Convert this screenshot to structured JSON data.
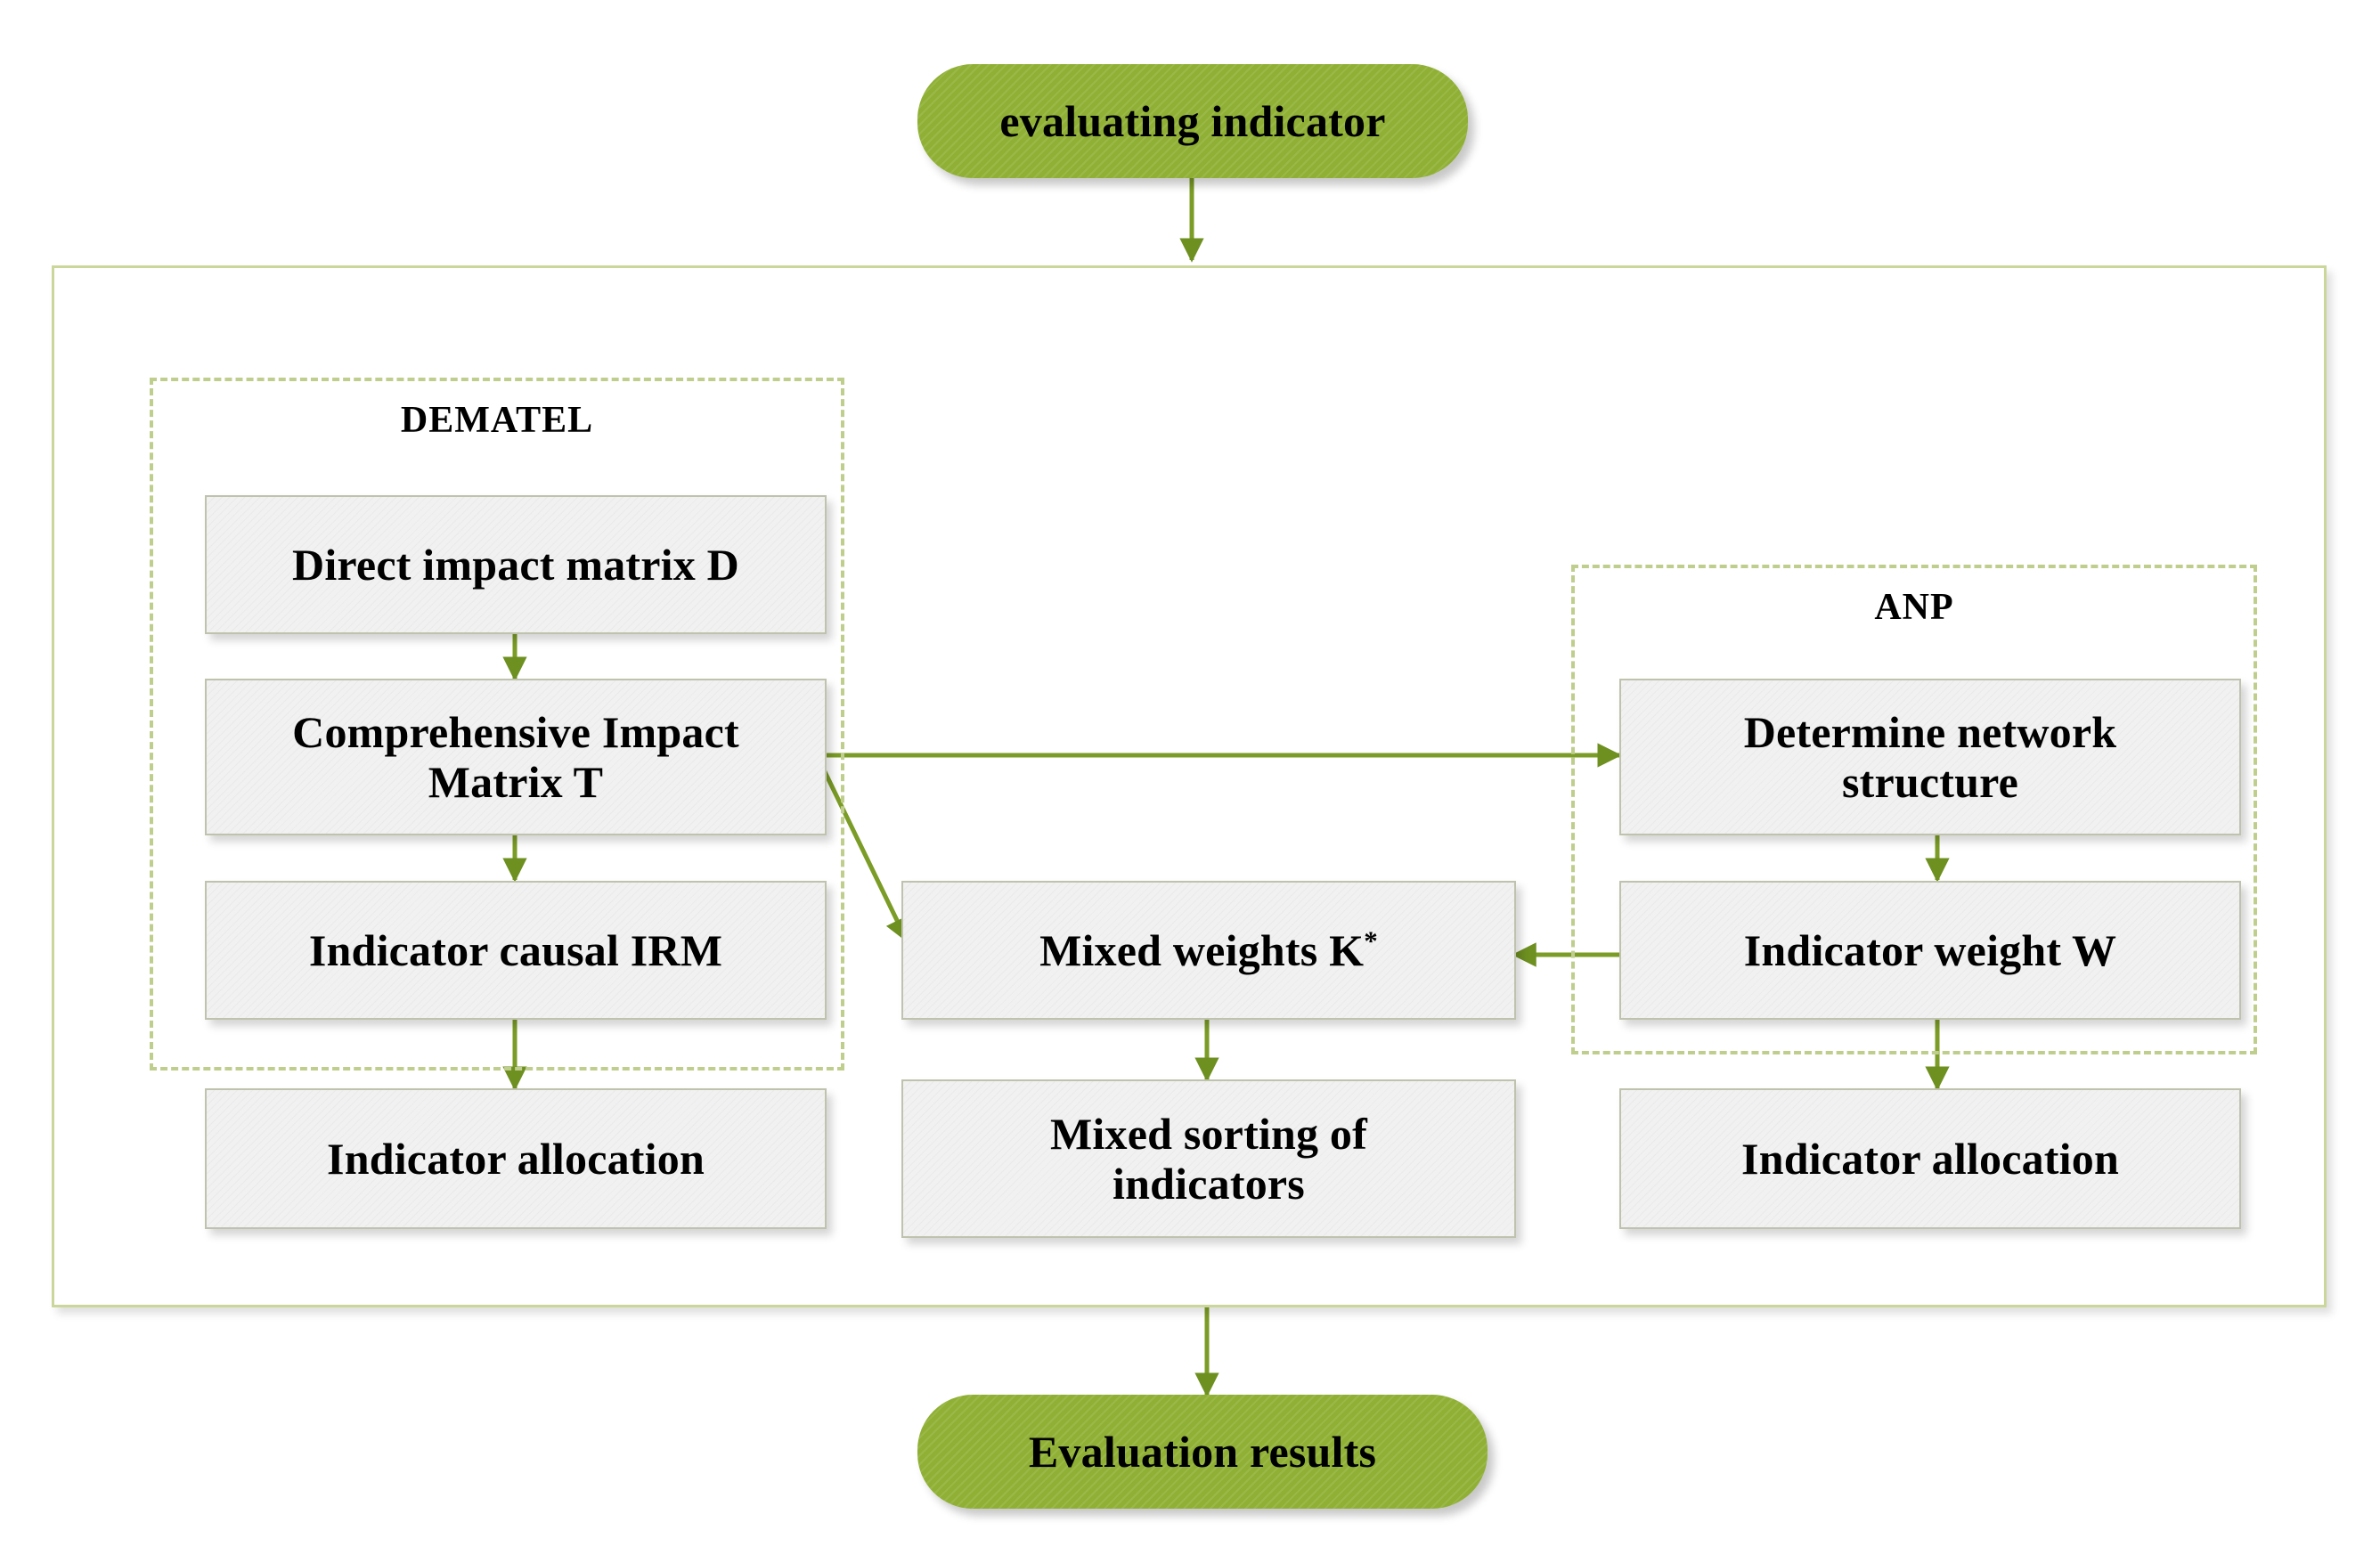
{
  "diagram": {
    "title_top": "evaluating indicator",
    "title_bottom": "Evaluation results",
    "accent_green": "#8FB034",
    "frame_green": "#CBD69B",
    "dash_green": "#BFCE8C",
    "box_fill": "#F1F1F1",
    "box_border": "#BFC3AE"
  },
  "groups": {
    "dematel": {
      "label": "DEMATEL"
    },
    "anp": {
      "label": "ANP"
    }
  },
  "nodes": {
    "start": {
      "label": "evaluating indicator"
    },
    "direct_impact_matrix": {
      "label": "Direct impact matrix D"
    },
    "comprehensive_impact_matrix": {
      "line1": "Comprehensive Impact",
      "line2": "Matrix T"
    },
    "indicator_causal_irm": {
      "label": "Indicator causal IRM"
    },
    "indicator_allocation_left": {
      "label": "Indicator allocation"
    },
    "mixed_weights": {
      "label": "Mixed weights K",
      "superscript": "*"
    },
    "mixed_sorting": {
      "line1": "Mixed sorting of",
      "line2": "indicators"
    },
    "determine_network_structure": {
      "line1": "Determine network",
      "line2": "structure"
    },
    "indicator_weight": {
      "label": "Indicator weight W"
    },
    "indicator_allocation_right": {
      "label": "Indicator allocation"
    },
    "end": {
      "label": "Evaluation results"
    }
  },
  "edges": [
    {
      "name": "start-to-frame",
      "from": "start",
      "to": "process-frame"
    },
    {
      "name": "direct-to-comprehensive",
      "from": "direct_impact_matrix",
      "to": "comprehensive_impact_matrix"
    },
    {
      "name": "comprehensive-to-irm",
      "from": "comprehensive_impact_matrix",
      "to": "indicator_causal_irm"
    },
    {
      "name": "irm-to-allocation-left",
      "from": "indicator_causal_irm",
      "to": "indicator_allocation_left"
    },
    {
      "name": "comprehensive-to-network",
      "from": "comprehensive_impact_matrix",
      "to": "determine_network_structure"
    },
    {
      "name": "comprehensive-to-mixed-weights",
      "from": "comprehensive_impact_matrix",
      "to": "mixed_weights"
    },
    {
      "name": "network-to-weight",
      "from": "determine_network_structure",
      "to": "indicator_weight"
    },
    {
      "name": "weight-to-mixed-weights",
      "from": "indicator_weight",
      "to": "mixed_weights"
    },
    {
      "name": "weight-to-allocation-right",
      "from": "indicator_weight",
      "to": "indicator_allocation_right"
    },
    {
      "name": "mixed-weights-to-sorting",
      "from": "mixed_weights",
      "to": "mixed_sorting"
    },
    {
      "name": "frame-to-end",
      "from": "process-frame",
      "to": "end"
    }
  ]
}
